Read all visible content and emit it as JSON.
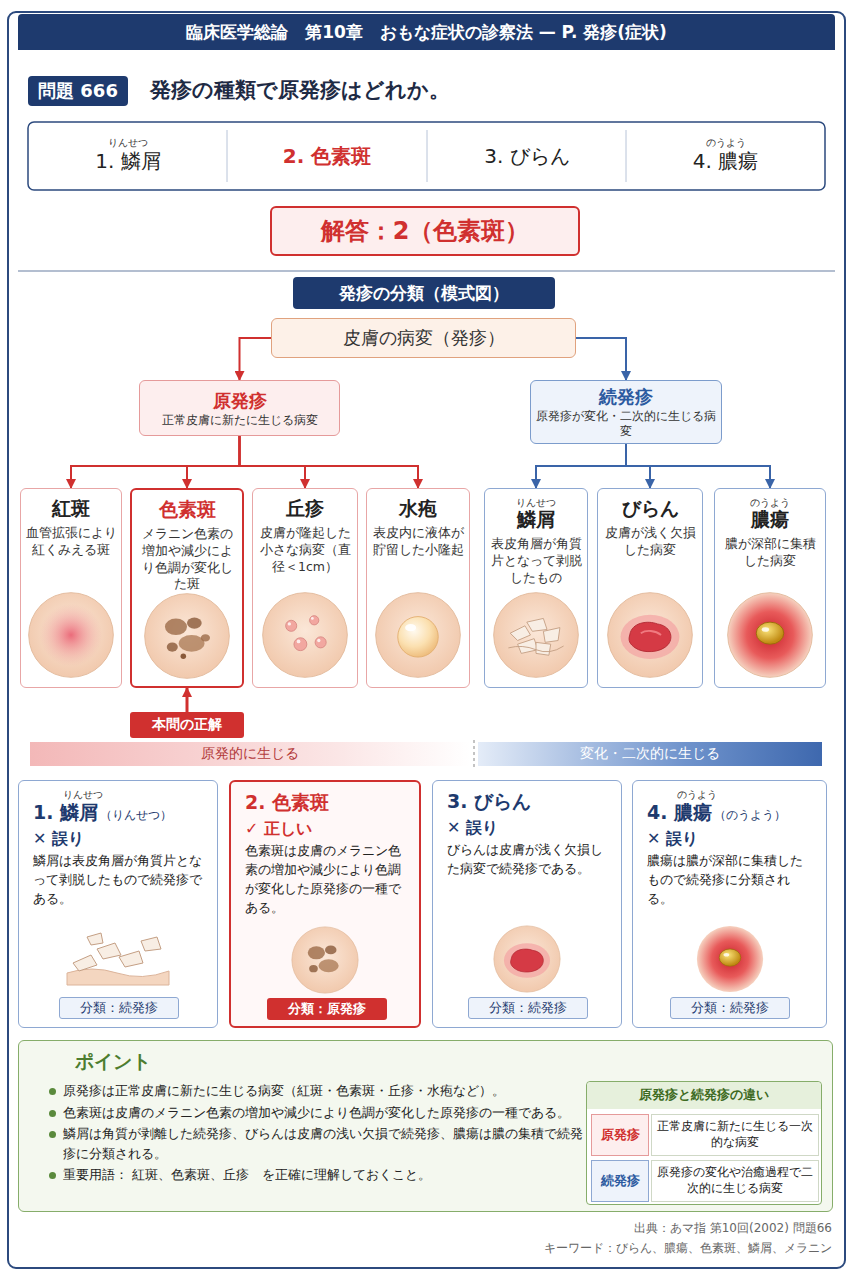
{
  "diagram": {
    "title": "臨床医学総論　第10章　おもな症状の診察法 — P. 発疹(症状)",
    "nodes": [
      {
        "text": [
          "問題 666"
        ]
      },
      {
        "text": [
          "りんせつ",
          "1. 鱗屑"
        ]
      },
      {
        "text": [
          "2. 色素斑"
        ]
      },
      {
        "text": [
          "3. びらん"
        ]
      },
      {
        "text": [
          "のうよう",
          "4. 膿瘍"
        ]
      },
      {
        "text": [
          "解答：2（色素斑）"
        ]
      },
      {
        "text": [
          "発疹の分類（模式図）"
        ]
      },
      {
        "text": [
          "皮膚の病変（発疹）"
        ]
      },
      {
        "text": [
          "原発疹",
          "正常皮膚に新たに生じる病変"
        ]
      },
      {
        "text": [
          "続発疹",
          "原発疹が変化・二次的に生じる病変"
        ]
      },
      {
        "text": [
          "紅斑",
          "血管拡張により紅くみえる斑"
        ]
      },
      {
        "text": [
          "色素斑",
          "メラニン色素の増加や減少により色調が変化した斑"
        ]
      },
      {
        "text": [
          "丘疹",
          "皮膚が隆起した小さな病変（直径＜1cm）"
        ]
      },
      {
        "text": [
          "水疱",
          "表皮内に液体が貯留した小隆起"
        ]
      },
      {
        "text": [
          "りんせつ",
          "鱗屑",
          "表皮角層が角質片となって剥脱したもの"
        ]
      },
      {
        "text": [
          "びらん",
          "皮膚が浅く欠損した病変"
        ]
      },
      {
        "text": [
          "のうよう",
          "膿瘍",
          "膿が深部に集積した病変"
        ]
      },
      {
        "text": [
          "本問の正解"
        ]
      },
      {
        "text": [
          "原発的に生じる"
        ]
      },
      {
        "text": [
          "変化・二次的に生じる"
        ]
      },
      {
        "text": [
          "りんせつ",
          "1. 鱗屑",
          "（りんせつ）",
          "✕ 誤り",
          "鱗屑は表皮角層が角質片となって剥脱したもので続発疹である。"
        ]
      },
      {
        "text": [
          "分類：続発疹"
        ],
        "in": 20
      },
      {
        "text": [
          "2. 色素斑",
          "✓ 正しい",
          "色素斑は皮膚のメラニン色素の増加や減少により色調が変化した原発疹の一種である。"
        ]
      },
      {
        "text": [
          "分類：原発疹"
        ],
        "in": 22
      },
      {
        "text": [
          "3. びらん",
          "✕ 誤り",
          "びらんは皮膚が浅く欠損した病変で続発疹である。"
        ]
      },
      {
        "text": [
          "分類：続発疹"
        ],
        "in": 24
      },
      {
        "text": [
          "のうよう",
          "4. 膿瘍",
          "（のうよう）",
          "✕ 誤り",
          "膿瘍は膿が深部に集積したもので続発疹に分類される。"
        ]
      },
      {
        "text": [
          "分類：続発疹"
        ],
        "in": 26
      },
      {
        "text": [
          "ポイント",
          "原発疹は正常皮膚に新たに生じる病変（紅斑・色素斑・丘疹・水疱など）。",
          "色素斑は皮膚のメラニン色素の増加や減少により色調が変化した原発疹の一種である。",
          "鱗屑は角質が剥離した続発疹、びらんは皮膚の浅い欠損で続発疹、膿瘍は膿の集積で続発疹に分類される。",
          "重要用語： 紅斑、色素斑、丘疹　を正確に理解しておくこと。"
        ]
      },
      {
        "text": [
          "原発疹と続発疹の違い"
        ],
        "in": 28
      },
      {
        "text": [
          "原発疹"
        ],
        "in": 29
      },
      {
        "text": [
          "正常皮膚に新たに生じる一次的な病変"
        ],
        "in": 29
      },
      {
        "text": [
          "続発疹"
        ],
        "in": 29
      },
      {
        "text": [
          "原発疹の変化や治癒過程で二次的に生じる病変"
        ],
        "in": 29
      }
    ],
    "edges": [
      {
        "from": 7,
        "to": 8,
        "arrow": "to"
      },
      {
        "from": 7,
        "to": 9,
        "arrow": "to"
      },
      {
        "from": 8,
        "to": 10,
        "arrow": "to"
      },
      {
        "from": 8,
        "to": 11,
        "arrow": "to"
      },
      {
        "from": 8,
        "to": 12,
        "arrow": "to"
      },
      {
        "from": 8,
        "to": 13,
        "arrow": "to"
      },
      {
        "from": 9,
        "to": 14,
        "arrow": "to"
      },
      {
        "from": 9,
        "to": 15,
        "arrow": "to"
      },
      {
        "from": 9,
        "to": 16,
        "arrow": "to"
      },
      {
        "from": 17,
        "to": 11,
        "arrow": "to"
      }
    ],
    "labels": [
      "発疹の種類で原発疹はどれか。",
      "出典：あマ指 第10回(2002) 問題66",
      "キーワード：びらん、膿瘍、色素斑、鱗屑、メラニン"
    ]
  }
}
